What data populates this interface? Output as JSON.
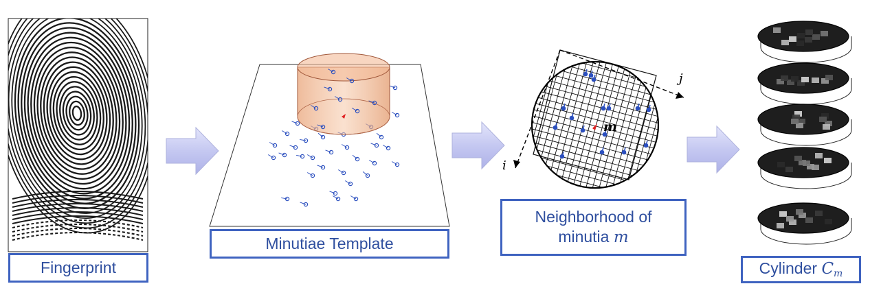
{
  "captions": {
    "fingerprint": "Fingerprint",
    "template": "Minutiae Template",
    "neighborhood_text": "Neighborhood of minutia",
    "neighborhood_var": "m",
    "cylinder_text": "Cylinder",
    "cylinder_var": "C",
    "cylinder_sub": "m"
  },
  "axis_labels": {
    "i": "i",
    "j": "j",
    "m": "m"
  },
  "colors": {
    "caption_border": "#3f63c0",
    "caption_text": "#2f4f9f",
    "arrow_fill": "#c9ccf2",
    "minutia_blue": "#2b4fbf",
    "minutia_red": "#e02020",
    "cylinder_fill": "#f2b48e"
  }
}
